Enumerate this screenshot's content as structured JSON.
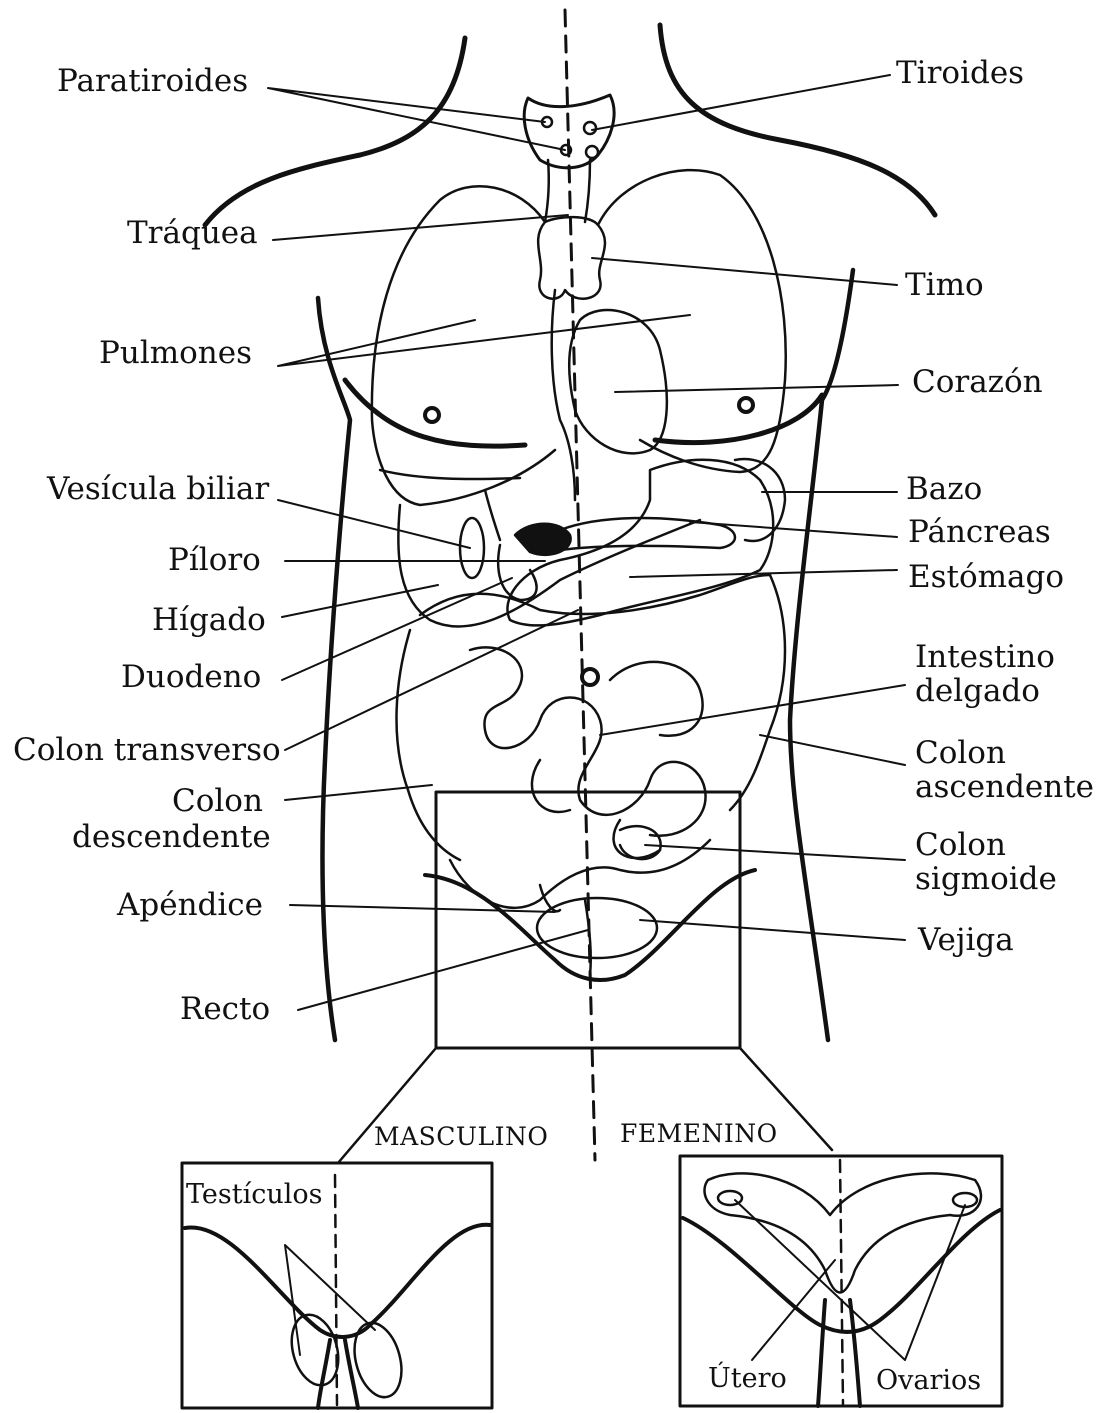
{
  "labels": {
    "paratiroides": "Paratiroides",
    "tiroides": "Tiroides",
    "traquea": "Tráquea",
    "timo": "Timo",
    "pulmones": "Pulmones",
    "corazon": "Corazón",
    "vesicula_biliar": "Vesícula biliar",
    "bazo": "Bazo",
    "piloro": "Píloro",
    "pancreas": "Páncreas",
    "estomago": "Estómago",
    "higado": "Hígado",
    "duodeno": "Duodeno",
    "intestino_delgado_1": "Intestino",
    "intestino_delgado_2": "delgado",
    "colon_transverso": "Colon transverso",
    "colon_ascendente_1": "Colon",
    "colon_ascendente_2": "ascendente",
    "colon_descendente_1": "Colon",
    "colon_descendente_2": "descendente",
    "colon_sigmoide_1": "Colon",
    "colon_sigmoide_2": "sigmoide",
    "apendice": "Apéndice",
    "vejiga": "Vejiga",
    "recto": "Recto",
    "masculino": "MASCULINO",
    "femenino": "FEMENINO",
    "testiculos": "Testículos",
    "utero": "Útero",
    "ovarios": "Ovarios"
  },
  "colors": {
    "ink": "#111111",
    "background": "#ffffff"
  }
}
